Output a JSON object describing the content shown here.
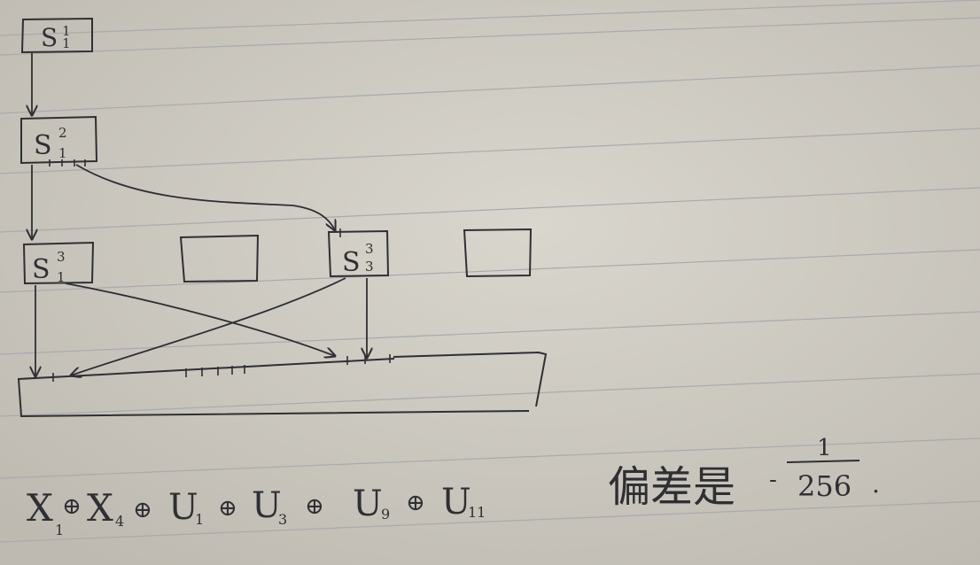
{
  "diagram": {
    "boxes": [
      {
        "id": "s1-1",
        "base": "S",
        "sub": "1",
        "sup": "1"
      },
      {
        "id": "s1-2",
        "base": "S",
        "sub": "1",
        "sup": "2"
      },
      {
        "id": "s1-3",
        "base": "S",
        "sub": "1",
        "sup": "3"
      },
      {
        "id": "empty-a",
        "base": "",
        "sub": "",
        "sup": ""
      },
      {
        "id": "s3-3",
        "base": "S",
        "sub": "3",
        "sup": "3"
      },
      {
        "id": "empty-b",
        "base": "",
        "sub": "",
        "sup": ""
      },
      {
        "id": "output-register",
        "base": "",
        "sub": "",
        "sup": ""
      }
    ],
    "edges": [
      {
        "from": "s1-1",
        "to": "s1-2"
      },
      {
        "from": "s1-2",
        "to": "s1-3"
      },
      {
        "from": "s1-2",
        "to": "s3-3"
      },
      {
        "from": "s1-3",
        "to": "output-register"
      },
      {
        "from": "s1-3",
        "to": "output-register"
      },
      {
        "from": "s3-3",
        "to": "output-register"
      },
      {
        "from": "s3-3",
        "to": "output-register"
      }
    ]
  },
  "expression": {
    "terms": [
      {
        "base": "X",
        "sub": "1"
      },
      {
        "base": "X",
        "sub": "4"
      },
      {
        "base": "U",
        "sub": "1"
      },
      {
        "base": "U",
        "sub": "3"
      },
      {
        "base": "U",
        "sub": "9"
      },
      {
        "base": "U",
        "sub": "11"
      }
    ],
    "operator": "⊕"
  },
  "bias": {
    "label": "偏差是",
    "sign": "-",
    "numerator": "1",
    "denominator": "256",
    "period": "."
  },
  "colors": {
    "paper": "#cdc9c0",
    "rule_line": "#a9a9ae",
    "ink": "#2f2f33"
  }
}
